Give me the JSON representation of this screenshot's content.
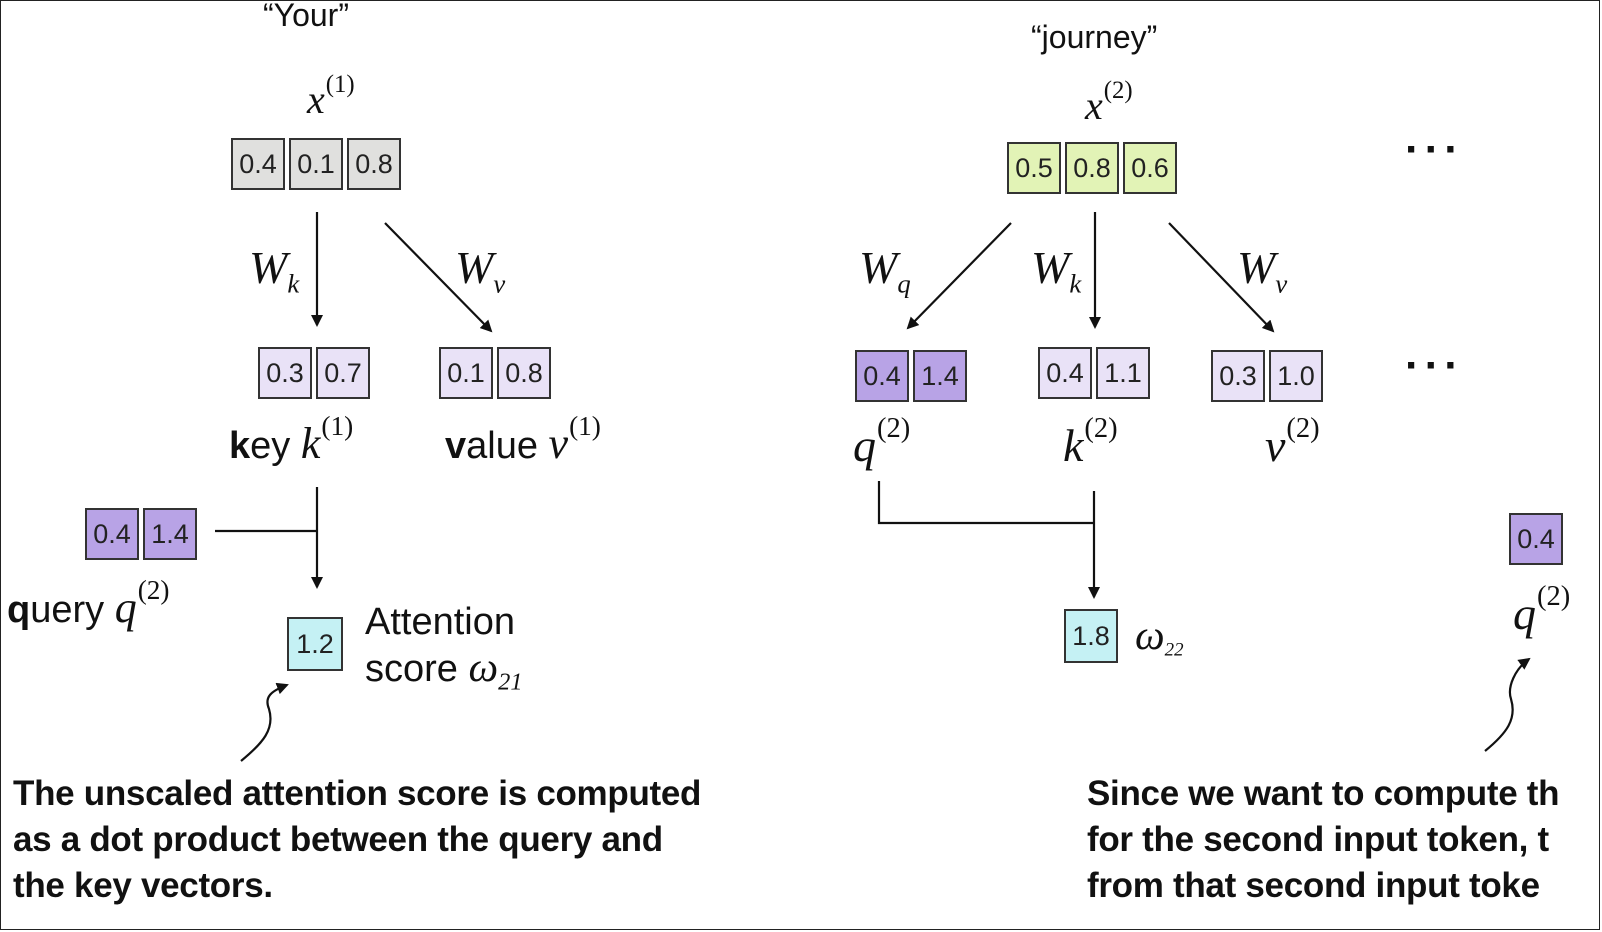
{
  "tokens": {
    "your": "“Your”",
    "journey": "“journey”"
  },
  "symbols": {
    "x": "x",
    "one": "(1)",
    "two": "(2)",
    "W": "W",
    "k": "k",
    "v": "v",
    "q": "q",
    "omega": "ω",
    "sub21": "21",
    "sub22": "22"
  },
  "words": {
    "key_bold": "k",
    "key_rest": "ey",
    "value_bold": "v",
    "value_rest": "alue",
    "query_bold": "q",
    "query_rest": "uery",
    "attention": "Attention",
    "score": "score",
    "ellipsis": "···"
  },
  "vectors": {
    "x1": [
      "0.4",
      "0.1",
      "0.8"
    ],
    "x2": [
      "0.5",
      "0.8",
      "0.6"
    ],
    "k1": [
      "0.3",
      "0.7"
    ],
    "v1": [
      "0.1",
      "0.8"
    ],
    "q2": [
      "0.4",
      "1.4"
    ],
    "k2": [
      "0.4",
      "1.1"
    ],
    "v2": [
      "0.3",
      "1.0"
    ],
    "q2_left": [
      "0.4",
      "1.4"
    ],
    "q2_right": [
      "0.4"
    ],
    "w21": [
      "1.2"
    ],
    "w22": [
      "1.8"
    ]
  },
  "captions": {
    "left": [
      "The unscaled attention score is computed",
      "as a dot product between the query and",
      "the key vectors."
    ],
    "right": [
      "Since we want to compute th",
      "for the second input token, t",
      "from that second input toke"
    ]
  },
  "colors": {
    "input_gray": "#e0e0de",
    "input_green": "#e2f3b6",
    "key_value": "#e9e2f7",
    "query": "#b8a3e6",
    "score": "#c5f1f4"
  }
}
